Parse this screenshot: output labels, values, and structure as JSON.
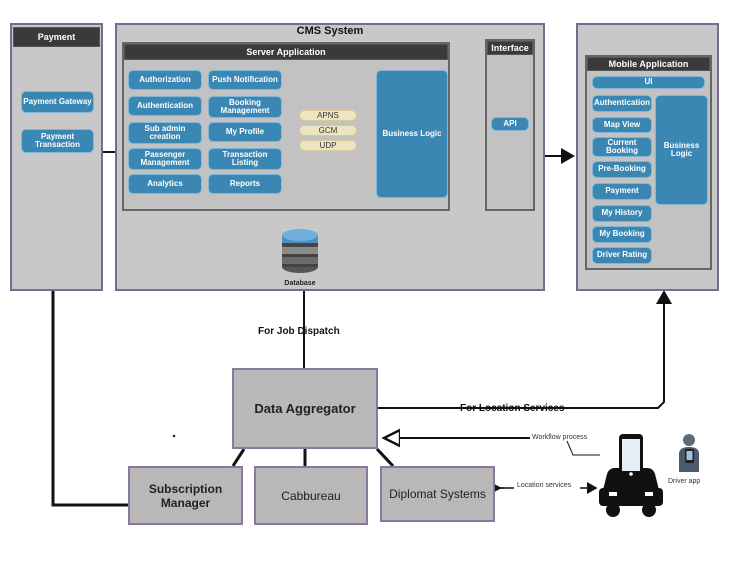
{
  "payment": {
    "title": "Payment",
    "items": [
      "Payment Gateway",
      "Payment Transaction"
    ]
  },
  "cms": {
    "title": "CMS System",
    "server_title": "Server Application",
    "left_col": [
      "Authorization",
      "Authentication",
      "Sub admin creation",
      "Passenger Management",
      "Analytics"
    ],
    "right_col": [
      "Push Notification",
      "Booking Management",
      "My Profile",
      "Transaction Listing",
      "Reports"
    ],
    "protocols": [
      "APNS",
      "GCM",
      "UDP"
    ],
    "business_logic": "Business Logic",
    "interface_title": "Interface",
    "api": "API",
    "database": "Database"
  },
  "mobile": {
    "title": "Mobile Application",
    "ui": "UI",
    "items": [
      "Authentication",
      "Map View",
      "Current Booking",
      "Pre-Booking",
      "Payment",
      "My History",
      "My Booking",
      "Driver Rating"
    ],
    "business_logic": "Business Logic"
  },
  "flow": {
    "job_dispatch": "For Job Dispatch",
    "location_services_label": "For Location Services",
    "workflow_process": "Workflow process",
    "location_services_small": "Location services",
    "driver_app": "Driver app"
  },
  "bottom": {
    "aggregator": "Data Aggregator",
    "subscription": "Subscription Manager",
    "cabbureau": "Cabbureau",
    "diplomat": "Diplomat Systems"
  },
  "colors": {
    "button_blue": "#3b87b4",
    "panel_gray": "#c8c8c8",
    "border_purple": "#7a6a93"
  }
}
